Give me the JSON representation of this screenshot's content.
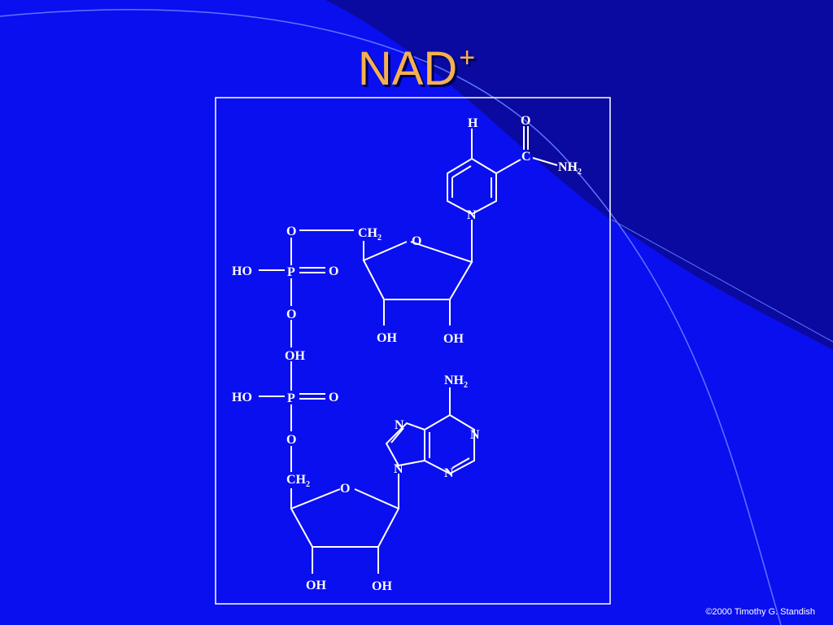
{
  "slide": {
    "title": "NAD",
    "title_superscript": "+",
    "footer": "©2000 Timothy G. Standish"
  },
  "colors": {
    "background": "#0a0ff0",
    "dark_sweep": "#0a0aa0",
    "title": "#f5b04f",
    "structure": "#ffffff"
  },
  "molecule": {
    "nicotinamide": {
      "h": "H",
      "o": "O",
      "c": "C",
      "nh2": "NH",
      "nh2_sub": "2",
      "n": "N"
    },
    "upper_ribose": {
      "ch2": "CH",
      "ch2_sub": "2",
      "ring_o": "O",
      "oh_left": "OH",
      "oh_right": "OH"
    },
    "phosphate_upper": {
      "o_top": "O",
      "ho": "HO",
      "p": "P",
      "o_double": "O",
      "o_bridge": "O"
    },
    "phosphate_lower": {
      "oh": "OH",
      "ho": "HO",
      "p": "P",
      "o_double": "O",
      "o_ester": "O"
    },
    "adenine": {
      "nh2": "NH",
      "nh2_sub": "2",
      "n7": "N",
      "n1": "N",
      "n9": "N",
      "n3": "N"
    },
    "lower_ribose": {
      "ch2": "CH",
      "ch2_sub": "2",
      "ring_o": "O",
      "oh_left": "OH",
      "oh_right": "OH"
    }
  }
}
